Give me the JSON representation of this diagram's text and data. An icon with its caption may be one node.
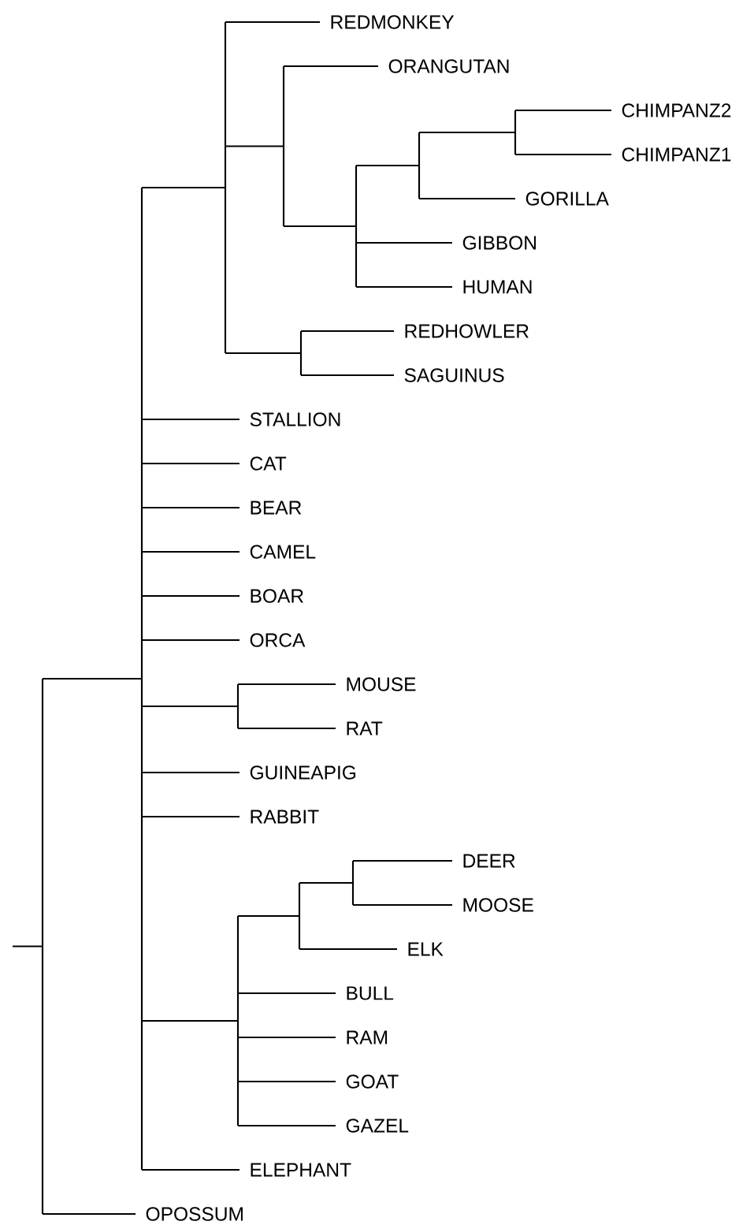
{
  "diagram": {
    "nodes": [
      {
        "text": [],
        "shape": "bar"
      },
      {
        "text": [],
        "shape": "bar"
      },
      {
        "text": [],
        "shape": "bar"
      },
      {
        "text": [
          "REDMONKEY"
        ]
      },
      {
        "text": [],
        "shape": "bar"
      },
      {
        "text": [
          "ORANGUTAN"
        ]
      },
      {
        "text": [],
        "shape": "bar"
      },
      {
        "text": [],
        "shape": "bar"
      },
      {
        "text": [],
        "shape": "bar"
      },
      {
        "text": [
          "CHIMPANZ2"
        ]
      },
      {
        "text": [
          "CHIMPANZ1"
        ]
      },
      {
        "text": [
          "GORILLA"
        ]
      },
      {
        "text": [
          "GIBBON"
        ]
      },
      {
        "text": [
          "HUMAN"
        ]
      },
      {
        "text": [],
        "shape": "bar"
      },
      {
        "text": [
          "REDHOWLER"
        ]
      },
      {
        "text": [
          "SAGUINUS"
        ]
      },
      {
        "text": [
          "STALLION"
        ]
      },
      {
        "text": [
          "CAT"
        ]
      },
      {
        "text": [
          "BEAR"
        ]
      },
      {
        "text": [
          "CAMEL"
        ]
      },
      {
        "text": [
          "BOAR"
        ]
      },
      {
        "text": [
          "ORCA"
        ]
      },
      {
        "text": [],
        "shape": "bar"
      },
      {
        "text": [
          "MOUSE"
        ]
      },
      {
        "text": [
          "RAT"
        ]
      },
      {
        "text": [
          "GUINEAPIG"
        ]
      },
      {
        "text": [
          "RABBIT"
        ]
      },
      {
        "text": [],
        "shape": "bar"
      },
      {
        "text": [],
        "shape": "bar"
      },
      {
        "text": [],
        "shape": "bar"
      },
      {
        "text": [
          "DEER"
        ]
      },
      {
        "text": [
          "MOOSE"
        ]
      },
      {
        "text": [
          "ELK"
        ]
      },
      {
        "text": [
          "BULL"
        ]
      },
      {
        "text": [
          "RAM"
        ]
      },
      {
        "text": [
          "GOAT"
        ]
      },
      {
        "text": [
          "GAZEL"
        ]
      },
      {
        "text": [
          "ELEPHANT"
        ]
      },
      {
        "text": [
          "OPOSSUM"
        ]
      }
    ],
    "edges": [
      {
        "from": null,
        "to": 0,
        "arrow": "none"
      },
      {
        "from": 0,
        "to": 1,
        "arrow": "none"
      },
      {
        "from": 0,
        "to": 39,
        "arrow": "none"
      },
      {
        "from": 1,
        "to": 2,
        "arrow": "none"
      },
      {
        "from": 1,
        "to": 17,
        "arrow": "none"
      },
      {
        "from": 1,
        "to": 18,
        "arrow": "none"
      },
      {
        "from": 1,
        "to": 19,
        "arrow": "none"
      },
      {
        "from": 1,
        "to": 20,
        "arrow": "none"
      },
      {
        "from": 1,
        "to": 21,
        "arrow": "none"
      },
      {
        "from": 1,
        "to": 22,
        "arrow": "none"
      },
      {
        "from": 1,
        "to": 23,
        "arrow": "none"
      },
      {
        "from": 1,
        "to": 26,
        "arrow": "none"
      },
      {
        "from": 1,
        "to": 27,
        "arrow": "none"
      },
      {
        "from": 1,
        "to": 28,
        "arrow": "none"
      },
      {
        "from": 1,
        "to": 38,
        "arrow": "none"
      },
      {
        "from": 2,
        "to": 3,
        "arrow": "none"
      },
      {
        "from": 2,
        "to": 4,
        "arrow": "none"
      },
      {
        "from": 2,
        "to": 14,
        "arrow": "none"
      },
      {
        "from": 4,
        "to": 5,
        "arrow": "none"
      },
      {
        "from": 4,
        "to": 6,
        "arrow": "none"
      },
      {
        "from": 6,
        "to": 7,
        "arrow": "none"
      },
      {
        "from": 6,
        "to": 12,
        "arrow": "none"
      },
      {
        "from": 6,
        "to": 13,
        "arrow": "none"
      },
      {
        "from": 7,
        "to": 8,
        "arrow": "none"
      },
      {
        "from": 7,
        "to": 11,
        "arrow": "none"
      },
      {
        "from": 8,
        "to": 9,
        "arrow": "none"
      },
      {
        "from": 8,
        "to": 10,
        "arrow": "none"
      },
      {
        "from": 14,
        "to": 15,
        "arrow": "none"
      },
      {
        "from": 14,
        "to": 16,
        "arrow": "none"
      },
      {
        "from": 23,
        "to": 24,
        "arrow": "none"
      },
      {
        "from": 23,
        "to": 25,
        "arrow": "none"
      },
      {
        "from": 28,
        "to": 29,
        "arrow": "none"
      },
      {
        "from": 28,
        "to": 34,
        "arrow": "none"
      },
      {
        "from": 28,
        "to": 35,
        "arrow": "none"
      },
      {
        "from": 28,
        "to": 36,
        "arrow": "none"
      },
      {
        "from": 28,
        "to": 37,
        "arrow": "none"
      },
      {
        "from": 29,
        "to": 30,
        "arrow": "none"
      },
      {
        "from": 29,
        "to": 33,
        "arrow": "none"
      },
      {
        "from": 30,
        "to": 31,
        "arrow": "none"
      },
      {
        "from": 30,
        "to": 32,
        "arrow": "none"
      }
    ]
  }
}
